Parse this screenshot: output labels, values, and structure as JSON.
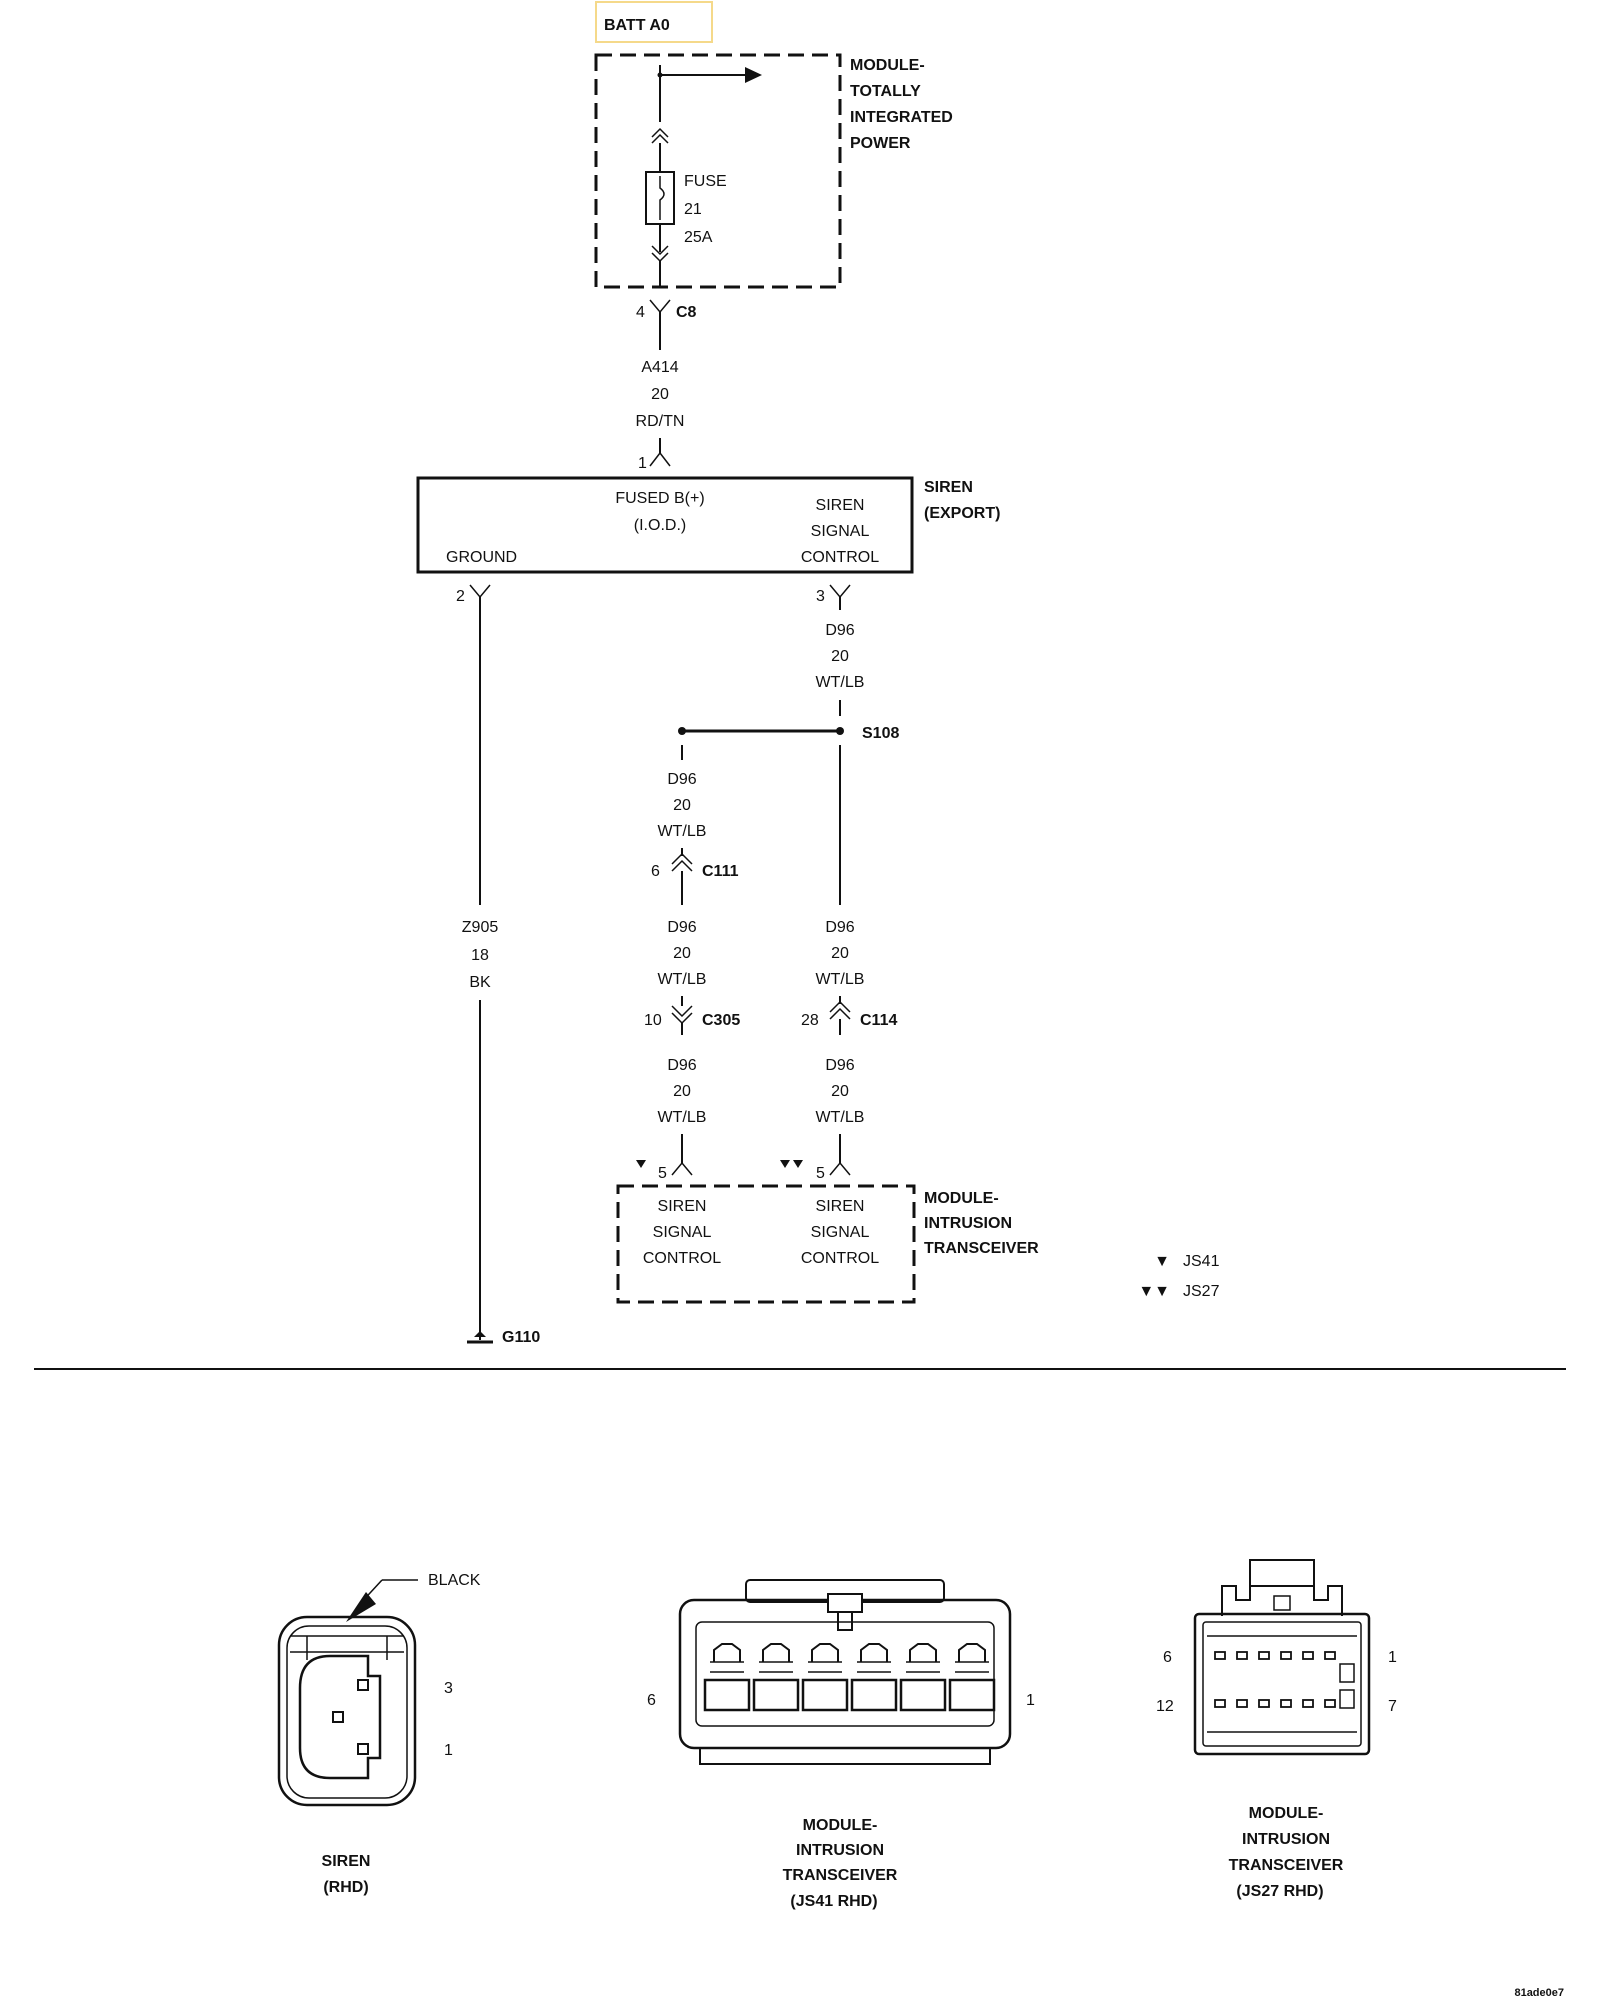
{
  "battery": {
    "label": "BATT A0",
    "highlight_color": "#f5d98a"
  },
  "tip_module": {
    "lines": [
      "MODULE-",
      "TOTALLY",
      "INTEGRATED",
      "POWER"
    ]
  },
  "fuse": {
    "label": "FUSE",
    "number": "21",
    "rating": "25A"
  },
  "connector_c8": {
    "pin": "4",
    "name": "C8"
  },
  "wire_a414": {
    "circuit": "A414",
    "gauge": "20",
    "color": "RD/TN"
  },
  "siren_pin1": "1",
  "siren": {
    "title_lines": [
      "SIREN",
      "(EXPORT)"
    ],
    "fused_b_lines": [
      "FUSED B(+)",
      "(I.O.D.)"
    ],
    "ground_label": "GROUND",
    "signal_lines": [
      "SIREN",
      "SIGNAL",
      "CONTROL"
    ],
    "pin_ground": "2",
    "pin_signal": "3"
  },
  "wire_d96_top": {
    "circuit": "D96",
    "gauge": "20",
    "color": "WT/LB"
  },
  "splice": {
    "name": "S108"
  },
  "wire_d96_left1": {
    "circuit": "D96",
    "gauge": "20",
    "color": "WT/LB"
  },
  "connector_c111": {
    "pin": "6",
    "name": "C111"
  },
  "wire_d96_left2": {
    "circuit": "D96",
    "gauge": "20",
    "color": "WT/LB"
  },
  "wire_d96_right1": {
    "circuit": "D96",
    "gauge": "20",
    "color": "WT/LB"
  },
  "connector_c305": {
    "pin": "10",
    "name": "C305"
  },
  "connector_c114": {
    "pin": "28",
    "name": "C114"
  },
  "wire_d96_left3": {
    "circuit": "D96",
    "gauge": "20",
    "color": "WT/LB"
  },
  "wire_d96_right2": {
    "circuit": "D96",
    "gauge": "20",
    "color": "WT/LB"
  },
  "wire_z905": {
    "circuit": "Z905",
    "gauge": "18",
    "color": "BK"
  },
  "intrusion": {
    "title_lines": [
      "MODULE-",
      "INTRUSION",
      "TRANSCEIVER"
    ],
    "left_lines": [
      "SIREN",
      "SIGNAL",
      "CONTROL"
    ],
    "right_lines": [
      "SIREN",
      "SIGNAL",
      "CONTROL"
    ],
    "pin_left": "5",
    "pin_right": "5"
  },
  "ground_point": {
    "name": "G110"
  },
  "legend": [
    {
      "marker": "▼",
      "label": "JS41"
    },
    {
      "marker": "▼▼",
      "label": "JS27"
    }
  ],
  "connector_views": {
    "siren": {
      "color_label": "BLACK",
      "pin_top": "3",
      "pin_bottom": "1",
      "caption_lines": [
        "SIREN",
        "(RHD)"
      ]
    },
    "js41": {
      "pin_left": "6",
      "pin_right": "1",
      "caption_lines": [
        "MODULE-",
        "INTRUSION",
        "TRANSCEIVER",
        "(JS41 RHD)"
      ]
    },
    "js27": {
      "pin_top_left": "6",
      "pin_top_right": "1",
      "pin_bottom_left": "12",
      "pin_bottom_right": "7",
      "caption_lines": [
        "MODULE-",
        "INTRUSION",
        "TRANSCEIVER",
        "(JS27 RHD)"
      ]
    }
  },
  "figure_id": "81ade0e7"
}
